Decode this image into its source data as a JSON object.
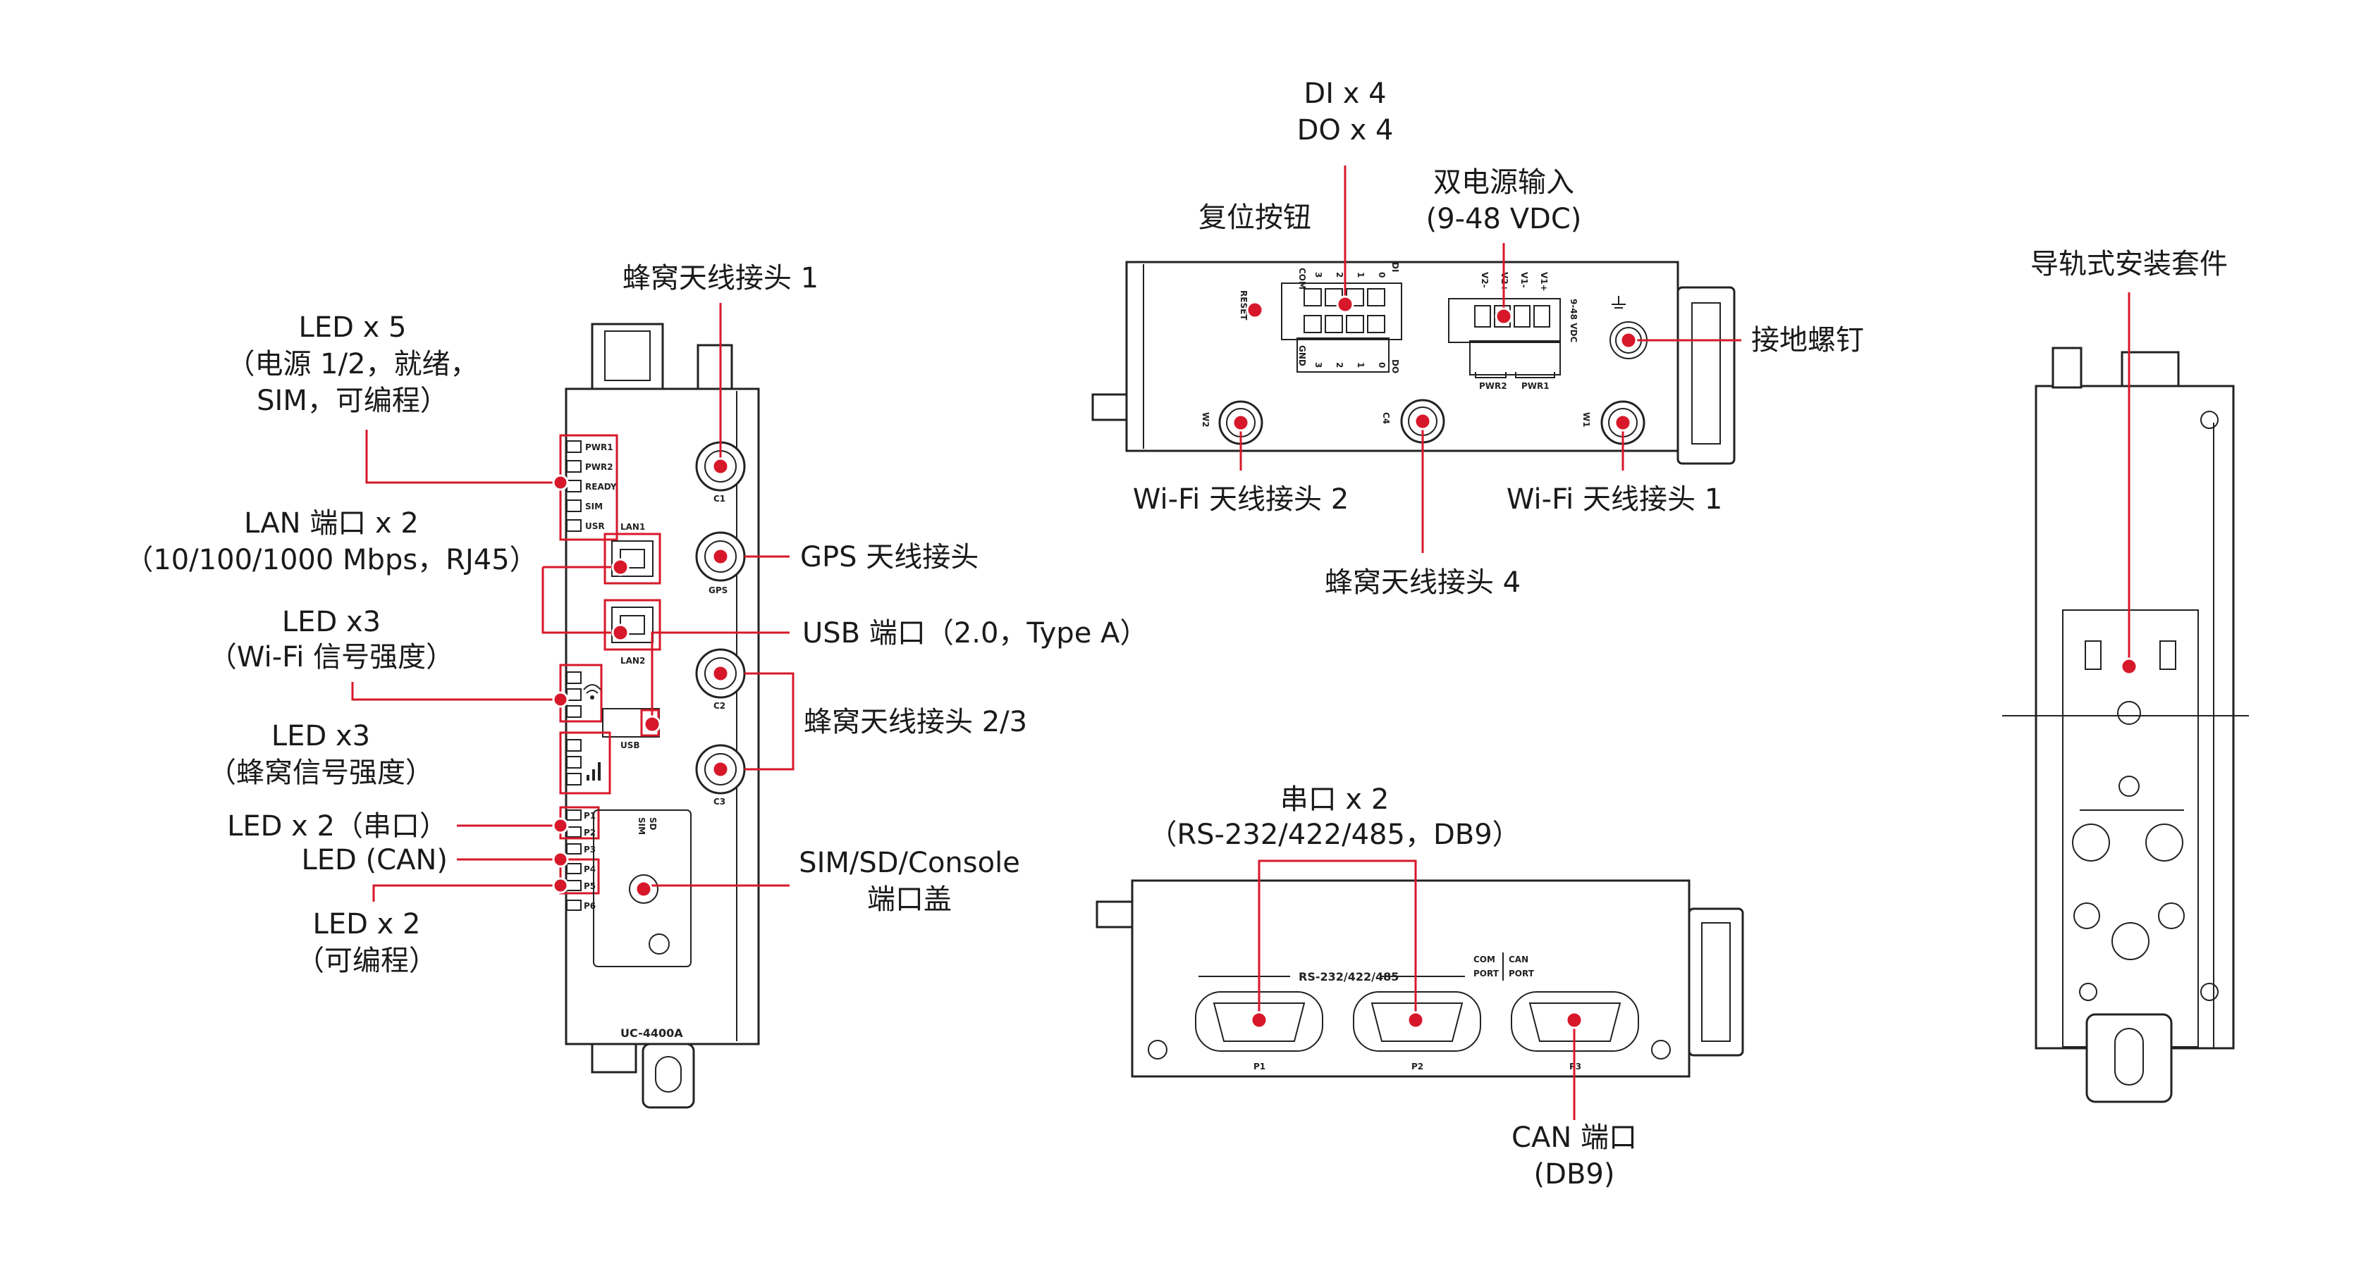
{
  "labels": {
    "led5_l1": "LED x 5",
    "led5_l2": "（电源 1/2，就绪，",
    "led5_l3": "SIM，可编程）",
    "cell1": "蜂窝天线接头 1",
    "lan_l1": "LAN 端口 x 2",
    "lan_l2": "（10/100/1000 Mbps，RJ45）",
    "gps": "GPS 天线接头",
    "wifiled_l1": "LED x3",
    "wifiled_l2": "（Wi-Fi 信号强度）",
    "usb": "USB 端口（2.0，Type A）",
    "cell23": "蜂窝天线接头 2/3",
    "cellled_l1": "LED x3",
    "cellled_l2": "（蜂窝信号强度）",
    "serialled": "LED x 2（串口）",
    "canled": "LED (CAN)",
    "sim_l1": "SIM/SD/Console",
    "sim_l2": "端口盖",
    "prog_l1": "LED x 2",
    "prog_l2": "（可编程）",
    "dido_l1": "DI x 4",
    "dido_l2": "DO x 4",
    "reset": "复位按钮",
    "power_l1": "双电源输入",
    "power_l2": "(9-48 VDC)",
    "ground": "接地螺钉",
    "wifi2": "Wi-Fi 天线接头 2",
    "wifi1": "Wi-Fi 天线接头 1",
    "cell4": "蜂窝天线接头 4",
    "serial_l1": "串口 x 2",
    "serial_l2": "（RS-232/422/485，DB9）",
    "can_l1": "CAN 端口",
    "can_l2": "(DB9)",
    "din": "导轨式安装套件"
  },
  "device": {
    "model": "UC-4400A",
    "led_names": [
      "PWR1",
      "PWR2",
      "READY",
      "SIM",
      "USR"
    ],
    "lan1": "LAN1",
    "lan2": "LAN2",
    "usb": "USB",
    "ant_c1": "C1",
    "ant_gps": "GPS",
    "ant_c2": "C2",
    "ant_c3": "C3",
    "port_leds": [
      "P1",
      "P2",
      "P3",
      "P4",
      "P5",
      "P6"
    ],
    "sim_tag": "SIM",
    "sd_tag": "SD",
    "top_reset": "RESET",
    "top_di": "DI",
    "top_do": "DO",
    "top_com": "COM",
    "top_gnd": "GND",
    "top_di_nums": [
      "3",
      "2",
      "1",
      "0"
    ],
    "top_do_nums": [
      "3",
      "2",
      "1",
      "0"
    ],
    "top_vdc": "9-48 VDC",
    "top_pins": [
      "V2-",
      "V2+",
      "V1-",
      "V1+"
    ],
    "pwr2": "PWR2",
    "pwr1": "PWR1",
    "top_w2": "W2",
    "top_c4": "C4",
    "top_w1": "W1",
    "bot_rs": "RS-232/422/485",
    "bot_com1": "COM",
    "bot_com2": "PORT",
    "bot_can1": "CAN",
    "bot_can2": "PORT",
    "bot_p1": "P1",
    "bot_p2": "P2",
    "bot_p3": "P3"
  },
  "colors": {
    "accent": "#d7182a",
    "outline": "#222222"
  }
}
